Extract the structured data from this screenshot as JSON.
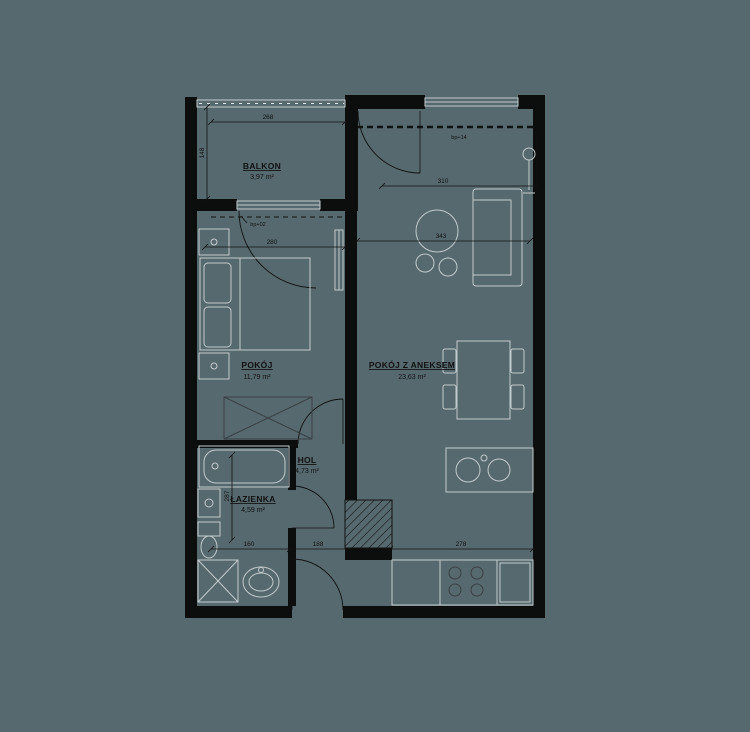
{
  "plan_title": "apartment-floor-plan",
  "rooms": {
    "balkon": {
      "name": "BALKON",
      "area": "3,97 m²"
    },
    "pokoj": {
      "name": "POKÓJ",
      "area": "11,79 m²"
    },
    "pokoj_z_aneksem": {
      "name": "POKÓJ Z ANEKSEM",
      "area": "23,63 m²"
    },
    "hol": {
      "name": "HOL",
      "area": "4,73 m²"
    },
    "lazienka": {
      "name": "ŁAZIENKA",
      "area": "4,59 m²"
    }
  },
  "dimensions": {
    "balkon_width": "268",
    "balkon_depth": "148",
    "balkon_door": "280",
    "top_right_width": "310",
    "aneks_width": "343",
    "bottom_left": "160",
    "bottom_middle": "188",
    "bottom_right": "278",
    "lazienka_height": "287"
  },
  "markers": {
    "balcony_door_tag": "bp+02",
    "upper_balcony_tag": "bp+14"
  },
  "colors": {
    "background": "#56696f",
    "walls": "#0c0d0d",
    "furniture_line": "#c2cbcd",
    "annotation": "#111111"
  }
}
